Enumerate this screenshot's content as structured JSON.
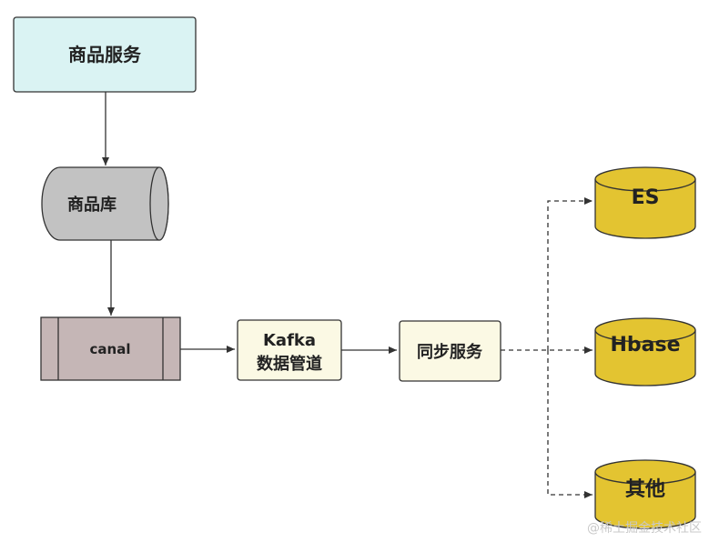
{
  "nodes": {
    "product_service": "商品服务",
    "product_db": "商品库",
    "canal": "canal",
    "kafka_line1": "Kafka",
    "kafka_line2": "数据管道",
    "sync_service": "同步服务",
    "es": "ES",
    "hbase": "Hbase",
    "other": "其他"
  },
  "watermark": "@稀土掘金技术社区",
  "colors": {
    "service_fill": "#daf3f3",
    "db_fill": "#c2c2c2",
    "canal_fill": "#c5b6b6",
    "pipe_fill": "#fbf9e4",
    "target_fill": "#e3c431",
    "stroke": "#333333"
  }
}
